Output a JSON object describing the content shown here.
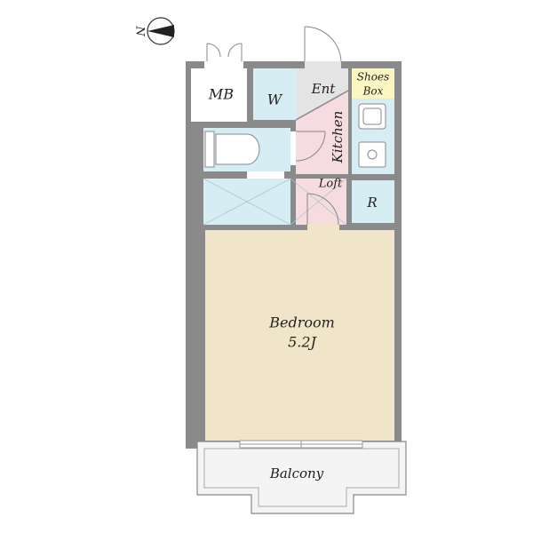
{
  "compass": {
    "label": "N"
  },
  "rooms": {
    "meter_box": "MB",
    "washer": "W",
    "entrance": "Ent",
    "shoes_box": [
      "Shoes",
      "Box"
    ],
    "kitchen": "Kitchen",
    "loft": "Loft",
    "fridge": "R",
    "bedroom": {
      "name": "Bedroom",
      "size": "5.2J"
    },
    "balcony": "Balcony"
  },
  "colors": {
    "wall": "#8a8a8a",
    "blue_room": "#d6eef3",
    "pink_floor": "#f6dbe0",
    "bedroom_floor": "#f1e5c9",
    "yellow_box": "#fcf6c2",
    "entrance_floor": "#e4e4e4",
    "balcony_fill": "#f4f4f4"
  }
}
